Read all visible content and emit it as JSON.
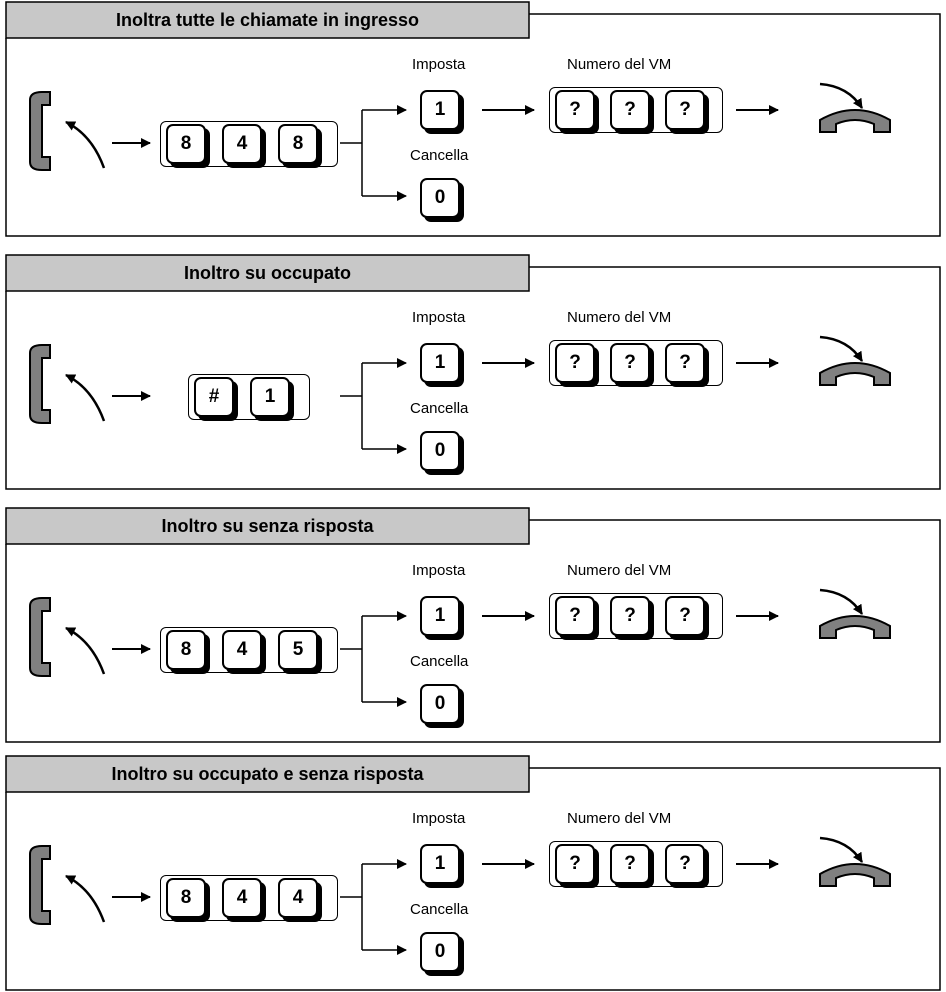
{
  "common": {
    "imposta_label": "Imposta",
    "numero_vm_label": "Numero del VM",
    "cancella_label": "Cancella",
    "set_key": "1",
    "cancel_key": "0",
    "vm_keys": [
      "?",
      "?",
      "?"
    ]
  },
  "panels": [
    {
      "title": "Inoltra tutte le chiamate in ingresso",
      "code_keys": [
        "8",
        "4",
        "8"
      ]
    },
    {
      "title": "Inoltro su occupato",
      "code_keys": [
        "#",
        "1"
      ]
    },
    {
      "title": "Inoltro su senza risposta",
      "code_keys": [
        "8",
        "4",
        "5"
      ]
    },
    {
      "title": "Inoltro su occupato e senza risposta",
      "code_keys": [
        "8",
        "4",
        "4"
      ]
    }
  ]
}
